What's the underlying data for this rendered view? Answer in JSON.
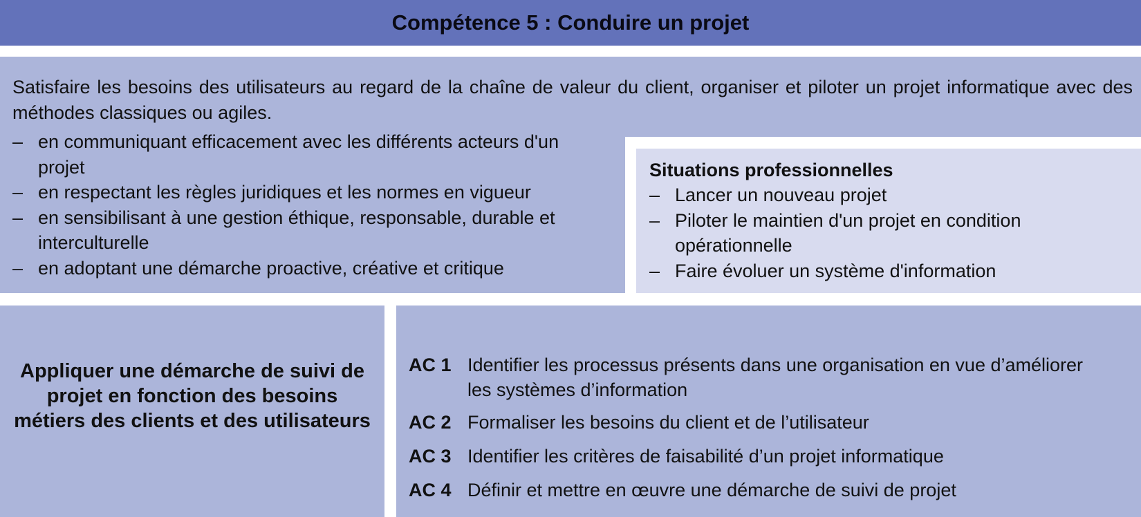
{
  "header": {
    "title": "Compétence 5 : Conduire un projet"
  },
  "intro": {
    "text": "Satisfaire les besoins des utilisateurs au regard de la chaîne de valeur du client, organiser et piloter un projet informatique avec des méthodes classiques ou agiles.",
    "bullets": [
      "en communiquant efficacement avec les différents acteurs d'un projet",
      "en respectant les règles juridiques et les normes en vigueur",
      "en sensibilisant à une gestion éthique, responsable, durable et interculturelle",
      "en adoptant une démarche proactive, créative et critique"
    ]
  },
  "situations": {
    "title": "Situations professionnelles",
    "items": [
      "Lancer un nouveau projet",
      "Piloter le maintien d'un projet en condition opérationnelle",
      "Faire évoluer un système d'information"
    ]
  },
  "niveau": {
    "text": "Appliquer une démarche de suivi de projet en fonction des besoins métiers des clients et des utilisateurs"
  },
  "ac": [
    {
      "code": "AC 1",
      "text": "Identifier les processus présents dans une organisation en vue d’améliorer les systèmes d’information"
    },
    {
      "code": "AC 2",
      "text": "Formaliser les besoins du client et de l’utilisateur"
    },
    {
      "code": "AC 3",
      "text": "Identifier les critères de faisabilité d’un projet informatique"
    },
    {
      "code": "AC 4",
      "text": "Définir et mettre en œuvre une démarche de suivi de projet"
    }
  ],
  "colors": {
    "header": "#6372ba",
    "panel": "#acb5da",
    "situations": "#d8dbef"
  }
}
